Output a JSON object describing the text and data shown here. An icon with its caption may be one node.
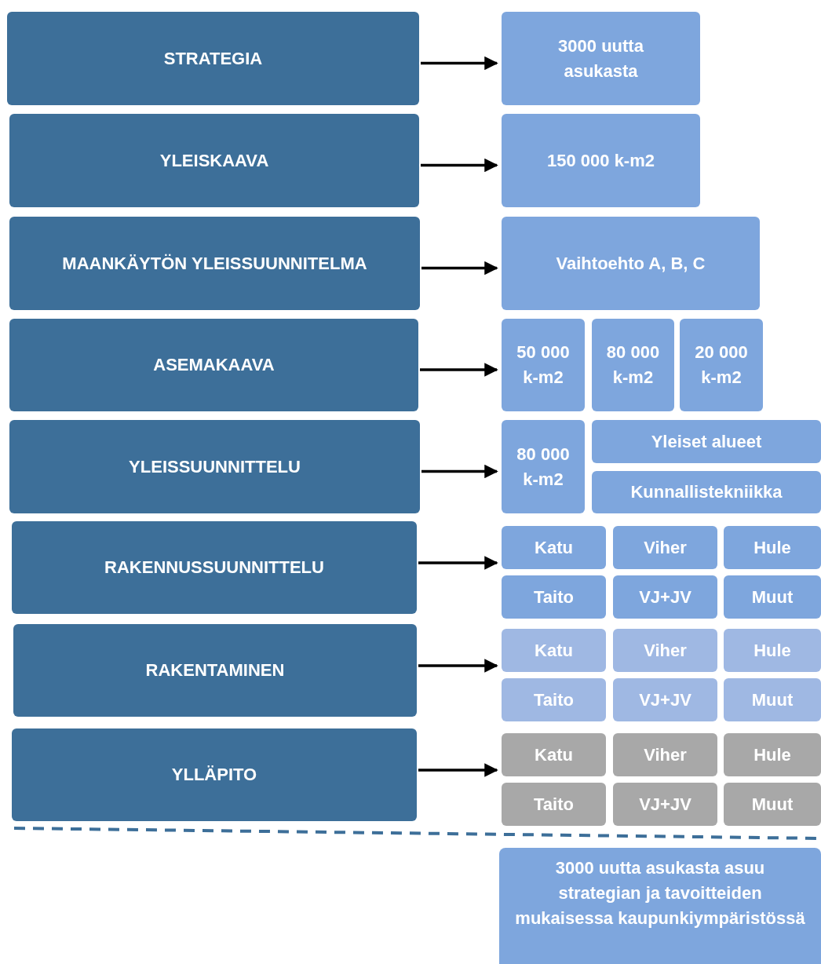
{
  "diagram": {
    "nodes": [
      {
        "text": [
          "STRATEGIA"
        ]
      },
      {
        "text": [
          "3000 uutta asukasta"
        ]
      },
      {
        "text": [
          "YLEISKAAVA"
        ]
      },
      {
        "text": [
          "150 000 k-m2"
        ]
      },
      {
        "text": [
          "MAANKÄYTÖN YLEISSUUNNITELMA"
        ]
      },
      {
        "text": [
          "Vaihtoehto A, B, C"
        ]
      },
      {
        "text": [
          "ASEMAKAAVA"
        ]
      },
      {
        "text": [
          "50 000 k-m2"
        ]
      },
      {
        "text": [
          "80 000 k-m2"
        ]
      },
      {
        "text": [
          "20 000 k-m2"
        ]
      },
      {
        "text": [
          "YLEISSUUNNITTELU"
        ]
      },
      {
        "text": [
          "80 000 k-m2"
        ]
      },
      {
        "text": [
          "Yleiset alueet"
        ]
      },
      {
        "text": [
          "Kunnallistekniikka"
        ]
      },
      {
        "text": [
          "RAKENNUSSUUNNITTELU"
        ]
      },
      {
        "text": [
          "Katu"
        ]
      },
      {
        "text": [
          "Viher"
        ]
      },
      {
        "text": [
          "Hule"
        ]
      },
      {
        "text": [
          "Taito"
        ]
      },
      {
        "text": [
          "VJ+JV"
        ]
      },
      {
        "text": [
          "Muut"
        ]
      },
      {
        "text": [
          "RAKENTAMINEN"
        ]
      },
      {
        "text": [
          "Katu"
        ]
      },
      {
        "text": [
          "Viher"
        ]
      },
      {
        "text": [
          "Hule"
        ]
      },
      {
        "text": [
          "Taito"
        ]
      },
      {
        "text": [
          "VJ+JV"
        ]
      },
      {
        "text": [
          "Muut"
        ]
      },
      {
        "text": [
          "YLLÄPITO"
        ]
      },
      {
        "text": [
          "Katu"
        ]
      },
      {
        "text": [
          "Viher"
        ]
      },
      {
        "text": [
          "Hule"
        ]
      },
      {
        "text": [
          "Taito"
        ]
      },
      {
        "text": [
          "VJ+JV"
        ]
      },
      {
        "text": [
          "Muut"
        ]
      },
      {
        "text": [
          "3000 uutta asukasta asuu strategian ja tavoitteiden mukaisessa kaupunkiympäristössä"
        ]
      }
    ],
    "edges": [
      {
        "from": 0,
        "to": 1,
        "arrow": "to"
      },
      {
        "from": 2,
        "to": 3,
        "arrow": "to"
      },
      {
        "from": 4,
        "to": 5,
        "arrow": "to"
      },
      {
        "from": 6,
        "to": 7,
        "arrow": "to"
      },
      {
        "from": 10,
        "to": 11,
        "arrow": "to"
      },
      {
        "from": 14,
        "to": 15,
        "arrow": "to"
      },
      {
        "from": 21,
        "to": 22,
        "arrow": "to"
      },
      {
        "from": 28,
        "to": 29,
        "arrow": "to"
      }
    ]
  }
}
